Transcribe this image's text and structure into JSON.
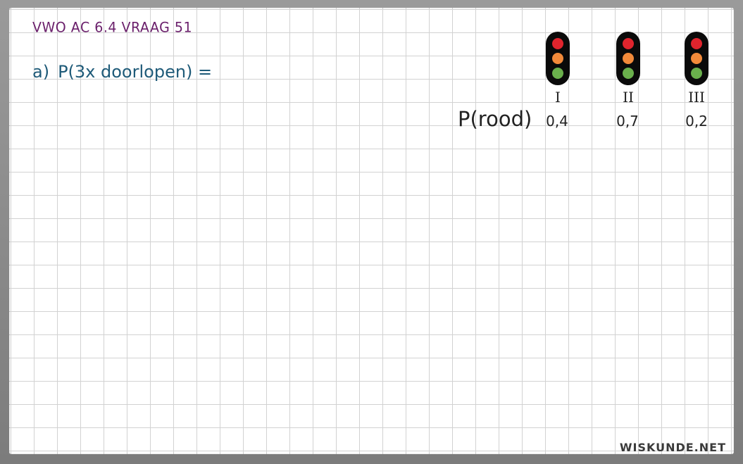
{
  "header": {
    "title": "VWO AC 6.4 VRAAG 51"
  },
  "question": {
    "label": "a)",
    "text": "P(3x doorlopen) ="
  },
  "table": {
    "row_label": "P(rood)"
  },
  "lights": [
    {
      "numeral": "I",
      "probability": "0,4"
    },
    {
      "numeral": "II",
      "probability": "0,7"
    },
    {
      "numeral": "III",
      "probability": "0,2"
    }
  ],
  "colors": {
    "red": "#e0242d",
    "orange": "#f28a3a",
    "green": "#6ab04c",
    "housing": "#0a0a0a"
  },
  "watermark": "WISKUNDE.NET"
}
